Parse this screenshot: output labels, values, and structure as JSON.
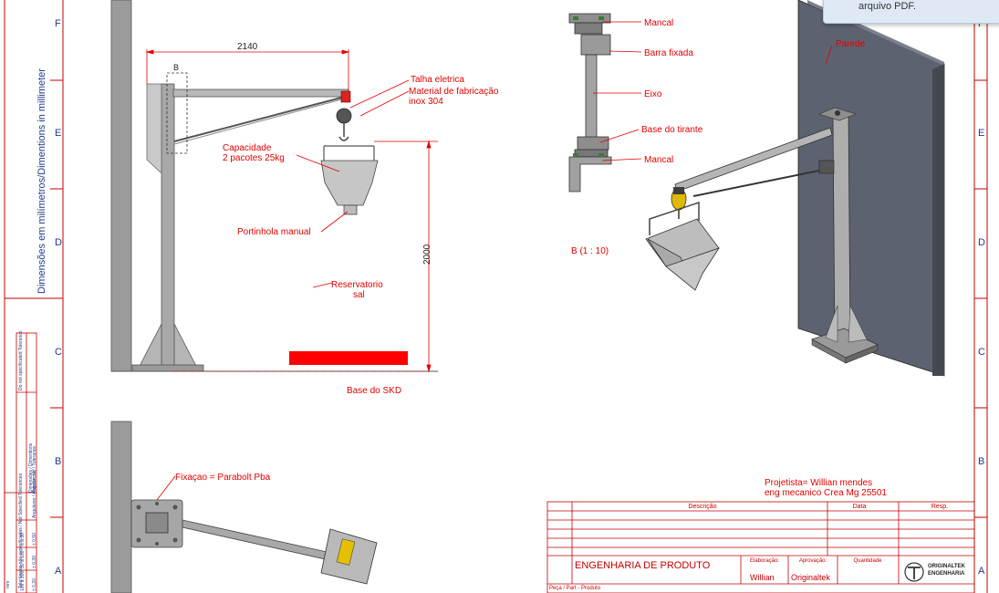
{
  "zones_rows": [
    "F",
    "E",
    "D",
    "C",
    "B",
    "A"
  ],
  "dimensions": {
    "width": "2140",
    "height": "2000"
  },
  "labels": {
    "view_b_mark": "B",
    "talha": "Talha eletrica",
    "material_1": "Material de fabricação",
    "material_2": "inox 304",
    "capacidade_1": "Capacidade",
    "capacidade_2": "2 pacotes 25kg",
    "portinhola": "Portinhola manual",
    "reservatorio_1": "Reservatorio",
    "reservatorio_2": "sal",
    "base_skd": "Base do SKD",
    "mancal_top": "Mancal",
    "barra_fixada": "Barra fixada",
    "eixo": "Eixo",
    "base_tirante": "Base do tirante",
    "mancal_bottom": "Mancal",
    "detail_b": "B (1 : 10)",
    "parede": "Parede",
    "fixacao": "Fixaçao = Parabolt Pba",
    "projetista_1": "Projetista= Willian mendes",
    "projetista_2": "eng mecanico Crea Mg 25501"
  },
  "side_note": "Dimensões em milímetros/Dimentions in millimeter",
  "tolerance_block": {
    "col1": "Tolerâncias não especificadas / Not Specified Tolerances",
    "col2": "Dimensões / Dimentions",
    "col3": "Tolerâncias / Tolerance",
    "col4": "Do not specificated Tolerance",
    "rows": [
      "Angulares / Angular: ±1°",
      "± 0,50",
      "± 0,30",
      "± 0,20"
    ],
    "ranges": [
      "6 a 30",
      "30 a 100",
      "100 a 300"
    ],
    "unit": "mm"
  },
  "title_block": {
    "descricao": "Descrição",
    "data": "Data",
    "resp": "Resp.",
    "title": "ENGENHARIA DE PRODUTO",
    "elaboracao_label": "Elaboração:",
    "elaboracao_value": "Willian",
    "aprovacao_label": "Aprovação:",
    "aprovacao_value": "Originaltek",
    "quantidade_label": "Quantidade",
    "company_1": "ORIGINALTEK",
    "company_2": "ENGENHARIA",
    "peca": "Peça / Part - Produto"
  },
  "toast": {
    "text": "arquivo PDF."
  },
  "colors": {
    "red": "#e00000",
    "steel": "#9a9a9a",
    "wall": "#5d6270",
    "border": "#c00000"
  }
}
